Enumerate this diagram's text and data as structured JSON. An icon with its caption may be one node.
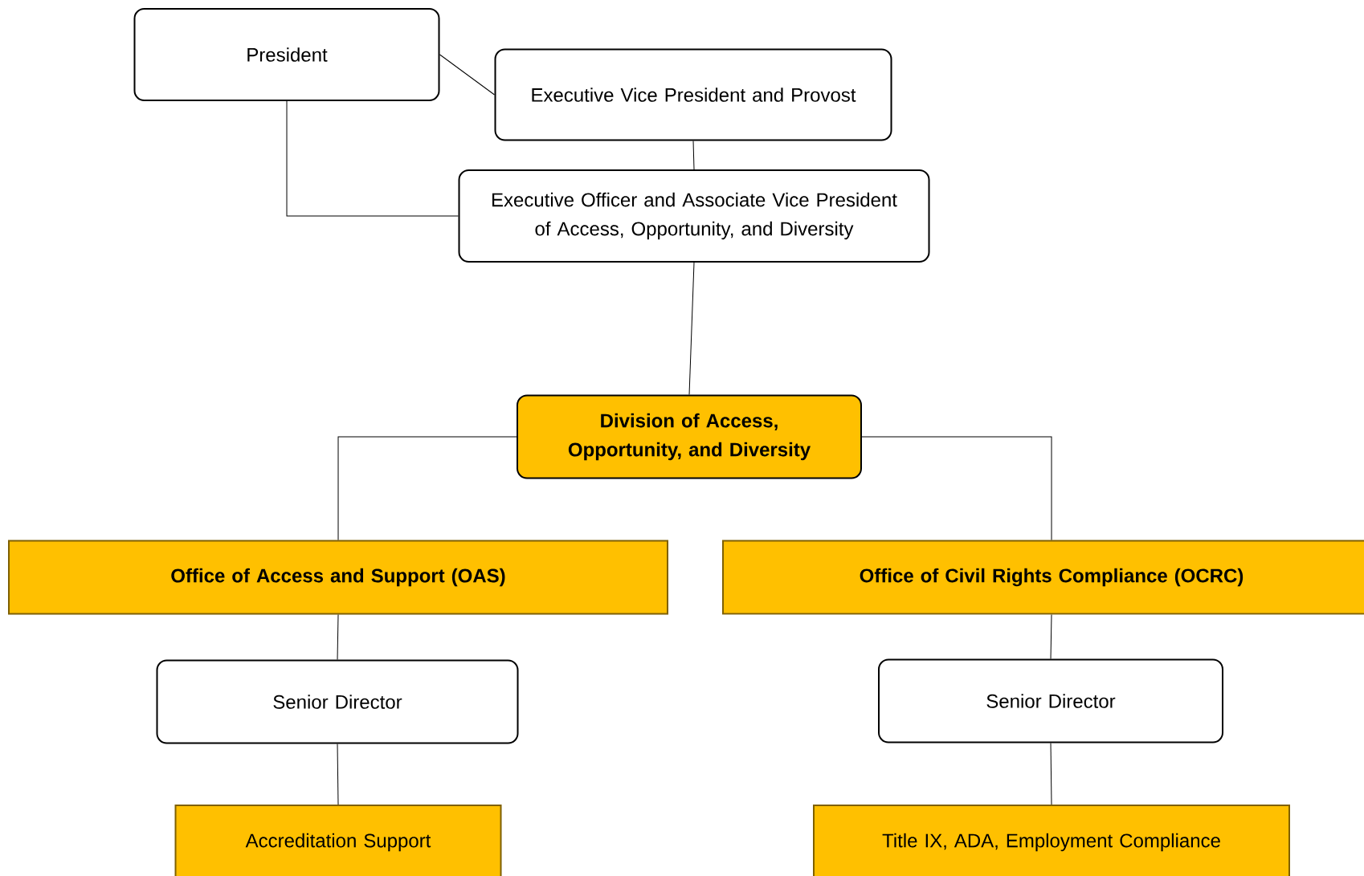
{
  "diagram": {
    "nodes": [
      {
        "text": [
          "President"
        ]
      },
      {
        "text": [
          "Executive Vice President and Provost"
        ]
      },
      {
        "text": [
          "Executive Officer and Associate Vice President of Access, Opportunity, and Diversity"
        ]
      },
      {
        "text": [
          "Division of Access, Opportunity, and Diversity"
        ]
      },
      {
        "text": [
          "Office of Access and Support (OAS)"
        ]
      },
      {
        "text": [
          "Office of Civil Rights Compliance (OCRC)"
        ]
      },
      {
        "text": [
          "Senior Director"
        ]
      },
      {
        "text": [
          "Senior Director"
        ]
      },
      {
        "text": [
          "Accreditation Support"
        ]
      },
      {
        "text": [
          "Title IX, ADA, Employment Compliance"
        ]
      }
    ],
    "edges": [
      {
        "from": 0,
        "to": 1,
        "arrow": "none"
      },
      {
        "from": 1,
        "to": 2,
        "arrow": "none"
      },
      {
        "from": 0,
        "to": 2,
        "arrow": "none"
      },
      {
        "from": 2,
        "to": 3,
        "arrow": "none"
      },
      {
        "from": 3,
        "to": 4,
        "arrow": "none"
      },
      {
        "from": 3,
        "to": 5,
        "arrow": "none"
      },
      {
        "from": 4,
        "to": 6,
        "arrow": "none"
      },
      {
        "from": 6,
        "to": 8,
        "arrow": "none"
      },
      {
        "from": 5,
        "to": 7,
        "arrow": "none"
      },
      {
        "from": 7,
        "to": 9,
        "arrow": "none"
      }
    ]
  }
}
